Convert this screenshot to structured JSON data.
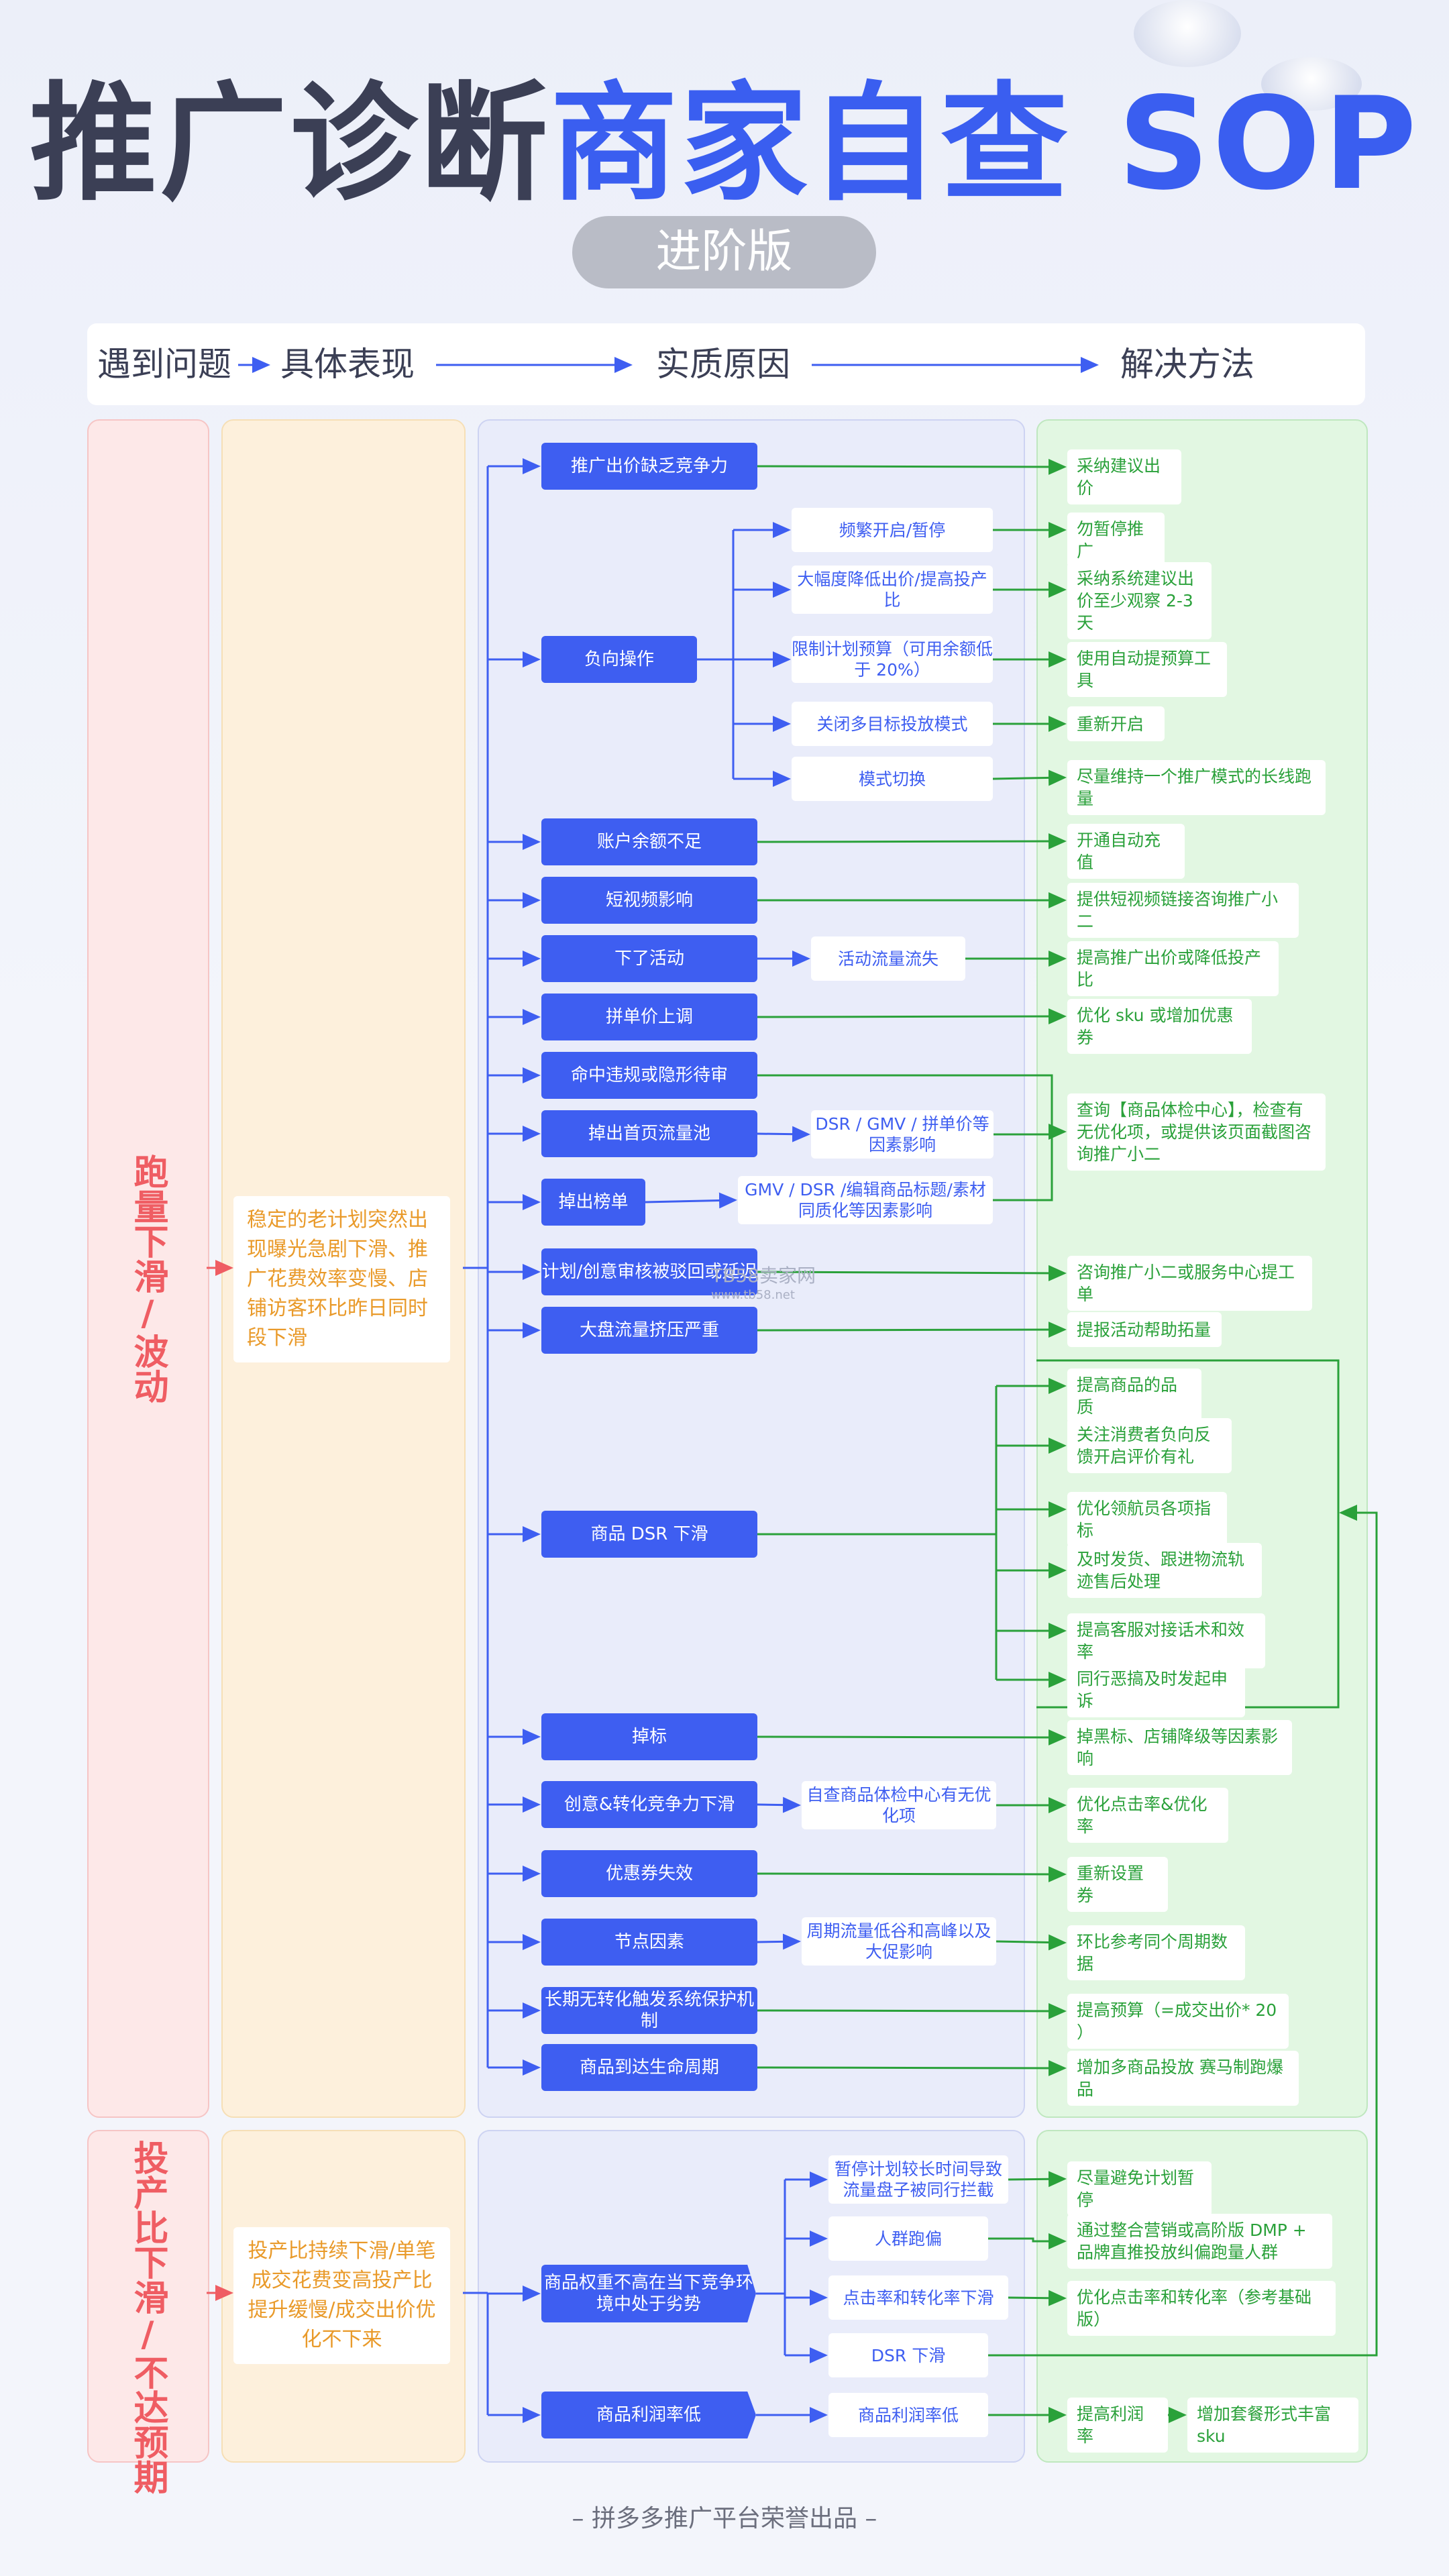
{
  "title": {
    "part1": "推广诊断",
    "part2": "商家自查 SOP"
  },
  "badge": "进阶版",
  "header": {
    "col1": "遇到问题",
    "col2": "具体表现",
    "col3": "实质原因",
    "col4": "解决方法"
  },
  "section1": {
    "label": "跑量下滑/波动",
    "symptom": "稳定的老计划突然出现曝光急剧下滑、推广花费效率变慢、店铺访客环比昨日同时段下滑",
    "causes": {
      "c1": "推广出价缺乏竞争力",
      "c2": "负向操作",
      "c2a": "频繁开启/暂停",
      "c2b": "大幅度降低出价/提高投产比",
      "c2c": "限制计划预算（可用余额低于 20%）",
      "c2d": "关闭多目标投放模式",
      "c2e": "模式切换",
      "c3": "账户余额不足",
      "c4": "短视频影响",
      "c5": "下了活动",
      "c5a": "活动流量流失",
      "c6": "拼单价上调",
      "c7": "命中违规或隐形待审",
      "c8": "掉出首页流量池",
      "c8a": "DSR / GMV / 拼单价等因素影响",
      "c9": "掉出榜单",
      "c9a": "GMV / DSR /编辑商品标题/素材同质化等因素影响",
      "c10": "计划/创意审核被驳回或延迟",
      "c11": "大盘流量挤压严重",
      "c12": "商品 DSR 下滑",
      "c13": "掉标",
      "c14": "创意&转化竞争力下滑",
      "c14a": "自查商品体检中心有无优化项",
      "c15": "优惠券失效",
      "c16": "节点因素",
      "c16a": "周期流量低谷和高峰以及大促影响",
      "c17": "长期无转化触发系统保护机制",
      "c18": "商品到达生命周期"
    },
    "solutions": {
      "s1": "采纳建议出价",
      "s2a": "勿暂停推广",
      "s2b": "采纳系统建议出价至少观察 2-3 天",
      "s2c": "使用自动提预算工具",
      "s2d": "重新开启",
      "s2e": "尽量维持一个推广模式的长线跑量",
      "s3": "开通自动充值",
      "s4": "提供短视频链接咨询推广小二",
      "s5": "提高推广出价或降低投产比",
      "s6": "优化 sku 或增加优惠券",
      "s7": "查询【商品体检中心】，检查有无优化项，或提供该页面截图咨询推广小二",
      "s10": "咨询推广小二或服务中心提工单",
      "s11": "提报活动帮助拓量",
      "s12a": "提高商品的品质",
      "s12b": "关注消费者负向反馈开启评价有礼",
      "s12c": "优化领航员各项指标",
      "s12d": "及时发货、跟进物流轨迹售后处理",
      "s12e": "提高客服对接话术和效率",
      "s12f": "同行恶搞及时发起申诉",
      "s13": "掉黑标、店铺降级等因素影响",
      "s14": "优化点击率&优化率",
      "s15": "重新设置券",
      "s16": "环比参考同个周期数据",
      "s17": "提高预算（=成交出价* 20 ）",
      "s18": "增加多商品投放 赛马制跑爆品"
    }
  },
  "section2": {
    "label": "投产比下滑/不达预期",
    "symptom": "投产比持续下滑/单笔成交花费变高投产比提升缓慢/成交出价优化不下来",
    "causes": {
      "d1": "商品权重不高在当下竞争环境中处于劣势",
      "d1a": "暂停计划较长时间导致流量盘子被同行拦截",
      "d1b": "人群跑偏",
      "d1c": "点击率和转化率下滑",
      "d1d": "DSR 下滑",
      "d2": "商品利润率低",
      "d2a": "商品利润率低"
    },
    "solutions": {
      "t1": "尽量避免计划暂停",
      "t2": "通过整合营销或高阶版 DMP + 品牌直推投放纠偏跑量人群",
      "t3": "优化点击率和转化率（参考基础版）",
      "t4": "提高利润率",
      "t5": "增加套餐形式丰富 sku"
    }
  },
  "watermark": {
    "name": "TB58卖家网",
    "url": "www.tb58.net"
  },
  "footer": "– 拼多多推广平台荣誉出品 –",
  "colors": {
    "blue": "#3e5ef1",
    "green": "#2aa13a",
    "orange": "#e99a2a",
    "red": "#ef5d63"
  }
}
